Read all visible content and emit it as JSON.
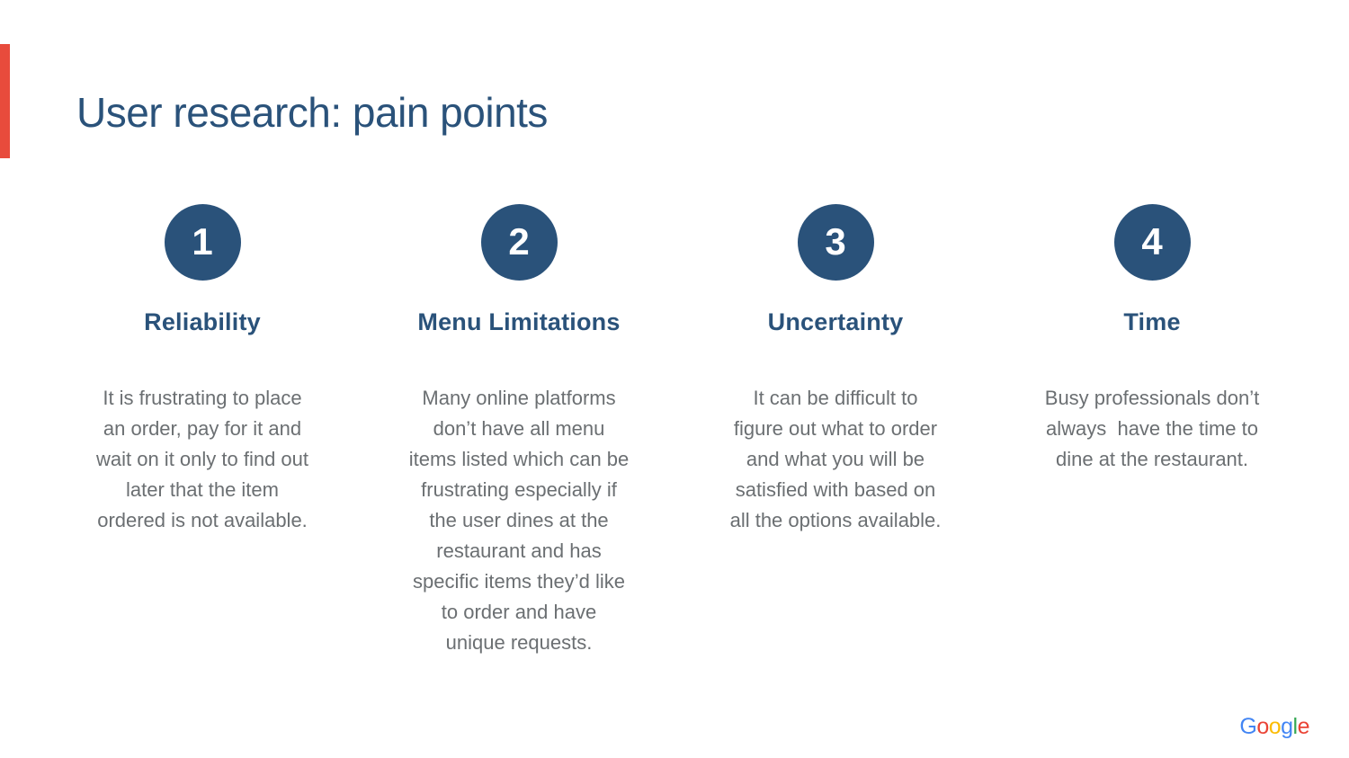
{
  "slide": {
    "title": "User research: pain points",
    "columns": [
      {
        "number": "1",
        "heading": "Reliability",
        "body": "It is frustrating to place\nan order, pay for it and\nwait on it only to find out\nlater that the item\nordered is not available."
      },
      {
        "number": "2",
        "heading": "Menu Limitations",
        "body": "Many online platforms\ndon’t have all menu\nitems listed which can be\nfrustrating especially if\nthe user dines at the\nrestaurant and has\nspecific items they’d like\nto order and have\nunique requests."
      },
      {
        "number": "3",
        "heading": "Uncertainty",
        "body": "It can be difficult to\nfigure out what to order\nand what you will be\nsatisfied with based on\nall the options available."
      },
      {
        "number": "4",
        "heading": "Time",
        "body": "Busy professionals don’t\nalways  have the time to\ndine at the restaurant."
      }
    ],
    "colors": {
      "accent_red": "#e84b3c",
      "navy": "#2a527a",
      "body_gray": "#6b6f72",
      "background": "#ffffff"
    },
    "logo": {
      "letters": [
        {
          "char": "G",
          "color": "#4285F4"
        },
        {
          "char": "o",
          "color": "#EA4335"
        },
        {
          "char": "o",
          "color": "#FBBC05"
        },
        {
          "char": "g",
          "color": "#4285F4"
        },
        {
          "char": "l",
          "color": "#34A853"
        },
        {
          "char": "e",
          "color": "#EA4335"
        }
      ]
    }
  }
}
